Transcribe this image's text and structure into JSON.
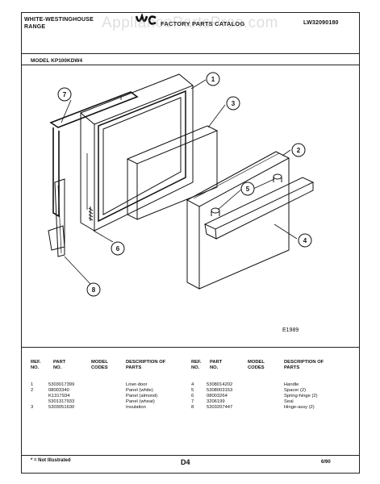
{
  "header": {
    "left_line1": "WHITE-WESTINGHOUSE",
    "left_line2": "RANGE",
    "center_title": "FACTORY PARTS CATALOG",
    "catalog_no": "LW32090180",
    "watermark": "AppliancePartsPros.com"
  },
  "model_label": "MODEL KP100KDW4",
  "figure_id": "E1989",
  "callouts": [
    "1",
    "2",
    "3",
    "4",
    "5",
    "6",
    "7",
    "8"
  ],
  "table": {
    "headers": {
      "ref": "REF. NO.",
      "part": "PART NO.",
      "model": "MODEL CODES",
      "desc": "DESCRIPTION OF PARTS"
    },
    "left_rows": [
      {
        "ref": "1",
        "part": "5303017399",
        "desc": "Liner-door"
      },
      {
        "ref": "2",
        "part": "08003340",
        "desc": "Panel (white)"
      },
      {
        "ref": "",
        "part": "K1317934",
        "desc": "Panel (almond)"
      },
      {
        "ref": "",
        "part": "5301317933",
        "desc": "Panel (wheat)"
      },
      {
        "ref": "3",
        "part": "5303051630",
        "desc": "Insulation"
      }
    ],
    "right_rows": [
      {
        "ref": "4",
        "part": "5308014202",
        "desc": "Handle"
      },
      {
        "ref": "5",
        "part": "5308003153",
        "desc": "Spacer (2)"
      },
      {
        "ref": "6",
        "part": "08003264",
        "desc": "Spring-hinge (2)"
      },
      {
        "ref": "7",
        "part": "3206199",
        "desc": "Seal"
      },
      {
        "ref": "8",
        "part": "5303207447",
        "desc": "Hinge-assy (2)"
      }
    ]
  },
  "footer": {
    "note": "* = Not Illustrated",
    "page": "D4",
    "date": "6/90"
  }
}
